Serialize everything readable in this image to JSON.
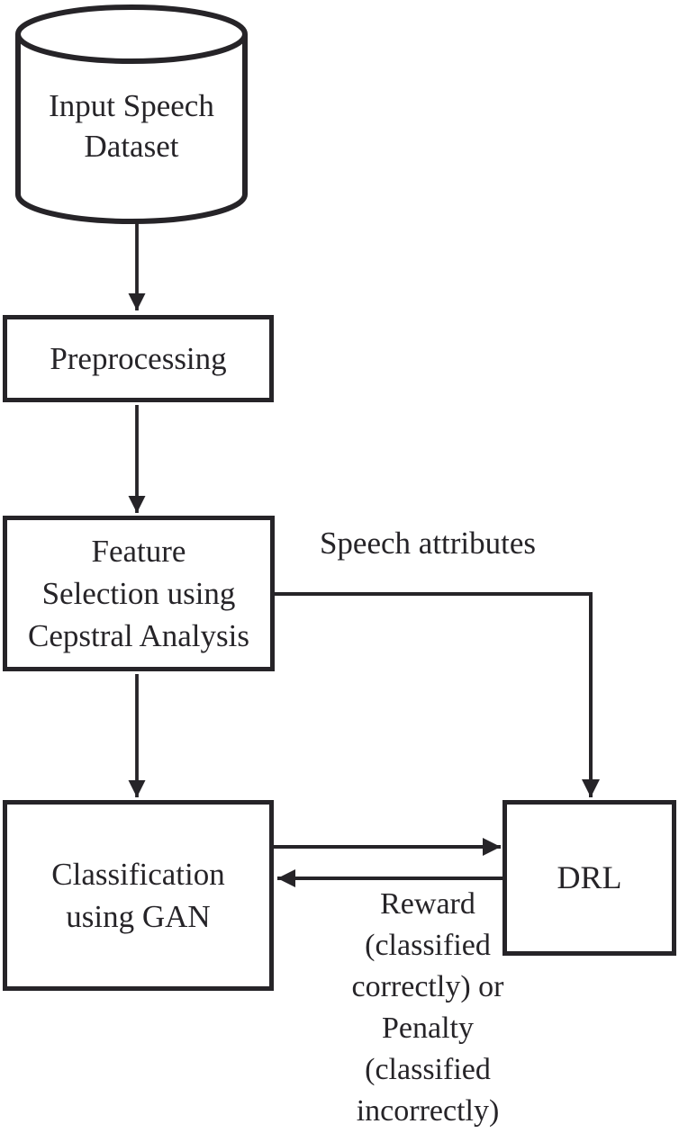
{
  "title": "Speech classification flow diagram",
  "colors": {
    "ink": "#262428",
    "paper": "#ffffff"
  },
  "nodes": {
    "dataset": {
      "shape": "cylinder",
      "lines": [
        "Input Speech",
        "Dataset"
      ]
    },
    "preprocessing": {
      "shape": "rect",
      "label": "Preprocessing"
    },
    "feature_selection": {
      "shape": "rect",
      "lines": [
        "Feature",
        "Selection using",
        "Cepstral Analysis"
      ]
    },
    "classification": {
      "shape": "rect",
      "lines": [
        "Classification",
        "using GAN"
      ]
    },
    "drl": {
      "shape": "rect",
      "label": "DRL"
    }
  },
  "labels": {
    "speech_attributes": "Speech attributes",
    "reward_penalty": {
      "lines": [
        "Reward",
        "(classified",
        "correctly) or",
        "Penalty",
        "(classified",
        "incorrectly)"
      ]
    }
  },
  "edges": [
    {
      "from": "dataset",
      "to": "preprocessing",
      "type": "arrow"
    },
    {
      "from": "preprocessing",
      "to": "feature_selection",
      "type": "arrow"
    },
    {
      "from": "feature_selection",
      "to": "classification",
      "type": "arrow"
    },
    {
      "from": "feature_selection",
      "to": "drl",
      "type": "arrow",
      "label": "Speech attributes"
    },
    {
      "from": "classification",
      "to": "drl",
      "type": "arrow"
    },
    {
      "from": "drl",
      "to": "classification",
      "type": "arrow",
      "label": "Reward (classified correctly) or Penalty (classified incorrectly)"
    }
  ]
}
